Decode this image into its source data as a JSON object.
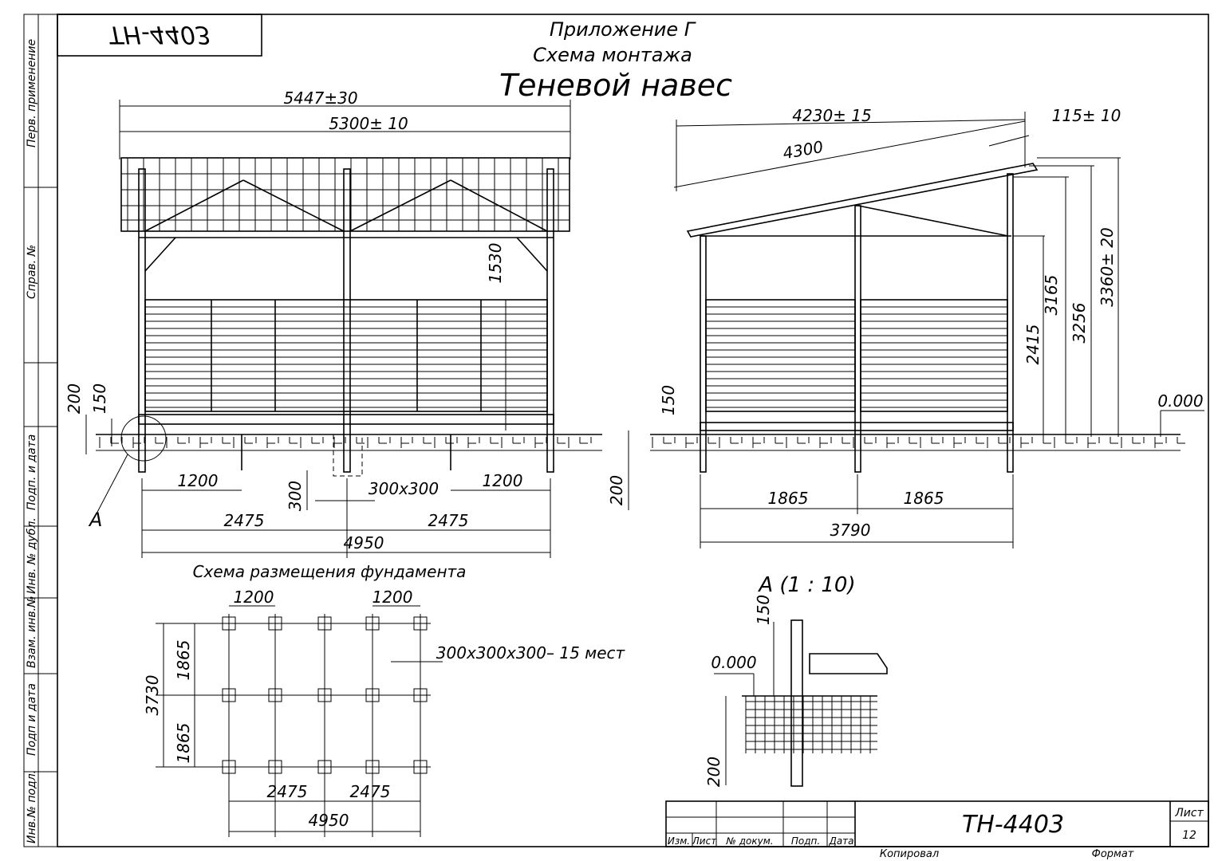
{
  "doc_code_mirrored": "ТН-4403",
  "header": {
    "appendix": "Приложение Г",
    "subtitle": "Схема монтажа",
    "title": "Теневой навес"
  },
  "side_stamp": [
    "Перв. применение",
    "Справ. №",
    "Подп. и дата",
    "Инв. № дубл.",
    "Взам. инв.№",
    "Подп и дата",
    "Инв.№ подл."
  ],
  "front_view": {
    "dims": [
      "5447±30",
      "5300± 10",
      "1530",
      "200",
      "150",
      "1200",
      "1200",
      "300",
      "300х300",
      "2475",
      "2475",
      "4950"
    ],
    "callout": "А"
  },
  "side_view": {
    "dims": [
      "4230± 15",
      "115± 10",
      "4300",
      "3165",
      "3256",
      "3360± 20",
      "2415",
      "150",
      "200",
      "1865",
      "1865",
      "3790"
    ],
    "level": "0.000"
  },
  "foundation": {
    "title": "Схема размещения фундамента",
    "dims": [
      "1200",
      "1200",
      "3730",
      "1865",
      "1865",
      "2475",
      "2475",
      "4950"
    ],
    "note": "300х300х300– 15 мест"
  },
  "detail": {
    "title": "А  (1 : 10)",
    "dims": [
      "150",
      "0.000",
      "200"
    ]
  },
  "title_block": {
    "headers": [
      "Изм.",
      "Лист",
      "№ докум.",
      "Подп.",
      "Дата"
    ],
    "code": "ТН-4403",
    "sheet_label": "Лист",
    "sheet_no": "12",
    "copied": "Копировал",
    "format": "Формат"
  }
}
